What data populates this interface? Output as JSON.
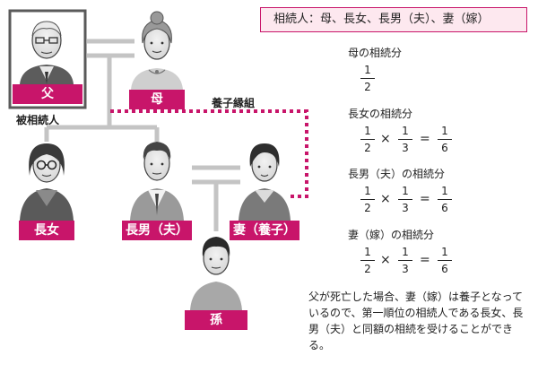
{
  "colors": {
    "accent": "#c8156a",
    "heir_box_fill": "#fde8ef",
    "line_gray": "#c4c4c4"
  },
  "people": {
    "father": {
      "label": "父",
      "caption": "被相続人",
      "icon": "elderly-man-icon"
    },
    "mother": {
      "label": "母",
      "icon": "elderly-woman-icon"
    },
    "eldest_daughter": {
      "label": "長女",
      "icon": "woman-glasses-icon"
    },
    "eldest_son": {
      "label": "長男（夫）",
      "icon": "man-suit-icon"
    },
    "wife": {
      "label": "妻（養子）",
      "icon": "woman-icon"
    },
    "grandchild": {
      "label": "孫",
      "icon": "boy-icon"
    }
  },
  "adoption_label": "養子縁組",
  "heirs_box": "相続人：母、長女、長男（夫）、妻（嫁）",
  "shares": [
    {
      "title": "母の相続分",
      "terms": [
        {
          "n": "1",
          "d": "2"
        }
      ],
      "result": null
    },
    {
      "title": "長女の相続分",
      "terms": [
        {
          "n": "1",
          "d": "2"
        },
        {
          "n": "1",
          "d": "3"
        }
      ],
      "result": {
        "n": "1",
        "d": "6"
      }
    },
    {
      "title": "長男（夫）の相続分",
      "terms": [
        {
          "n": "1",
          "d": "2"
        },
        {
          "n": "1",
          "d": "3"
        }
      ],
      "result": {
        "n": "1",
        "d": "6"
      }
    },
    {
      "title": "妻（嫁）の相続分",
      "terms": [
        {
          "n": "1",
          "d": "2"
        },
        {
          "n": "1",
          "d": "3"
        }
      ],
      "result": {
        "n": "1",
        "d": "6"
      }
    }
  ],
  "symbols": {
    "times": "×",
    "equals": "="
  },
  "note": "父が死亡した場合、妻（嫁）は養子となっているので、第一順位の相続人である長女、長男（夫）と同額の相続を受けることができる。"
}
